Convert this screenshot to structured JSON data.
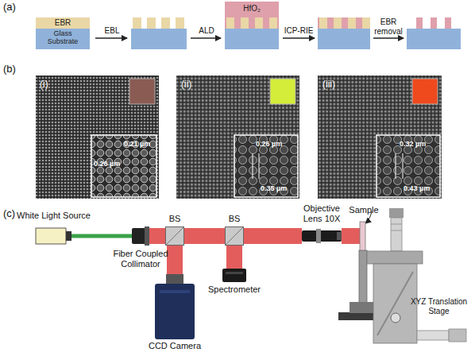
{
  "diagram": {
    "nodes": [
      {
        "text": [
          "EBR"
        ]
      },
      {
        "text": [
          "Glass Substrate"
        ]
      },
      {
        "text": [
          "HfO₂"
        ]
      },
      {
        "text": [
          "White Light Source"
        ]
      },
      {
        "text": [
          "Fiber Coupled Collimator"
        ]
      },
      {
        "text": [
          "BS"
        ]
      },
      {
        "text": [
          "BS"
        ]
      },
      {
        "text": [
          "CCD Camera"
        ]
      },
      {
        "text": [
          "Spectrometer"
        ]
      },
      {
        "text": [
          "Objective Lens 10X"
        ]
      },
      {
        "text": [
          "Sample"
        ]
      },
      {
        "text": [
          "XYZ Translation Stage"
        ]
      }
    ],
    "edges": [
      {
        "from": 3,
        "to": 4,
        "arrow": "none"
      },
      {
        "from": 4,
        "to": 5,
        "arrow": "none"
      },
      {
        "from": 5,
        "to": 6,
        "arrow": "none"
      },
      {
        "from": 5,
        "to": 7,
        "arrow": "none"
      },
      {
        "from": 6,
        "to": 8,
        "arrow": "none"
      },
      {
        "from": 6,
        "to": 9,
        "arrow": "none"
      },
      {
        "from": 9,
        "to": 10,
        "arrow": "none"
      }
    ],
    "labels": [
      "(a)",
      "EBL",
      "ALD",
      "ICP-RIE",
      "EBR removal",
      "(b)",
      "(i)",
      "0.21 µm",
      "0.26 µm",
      "(ii)",
      "0.26 µm",
      "0.35 µm",
      "(iii)",
      "0.32 µm",
      "0.43 µm",
      "(c)"
    ]
  }
}
